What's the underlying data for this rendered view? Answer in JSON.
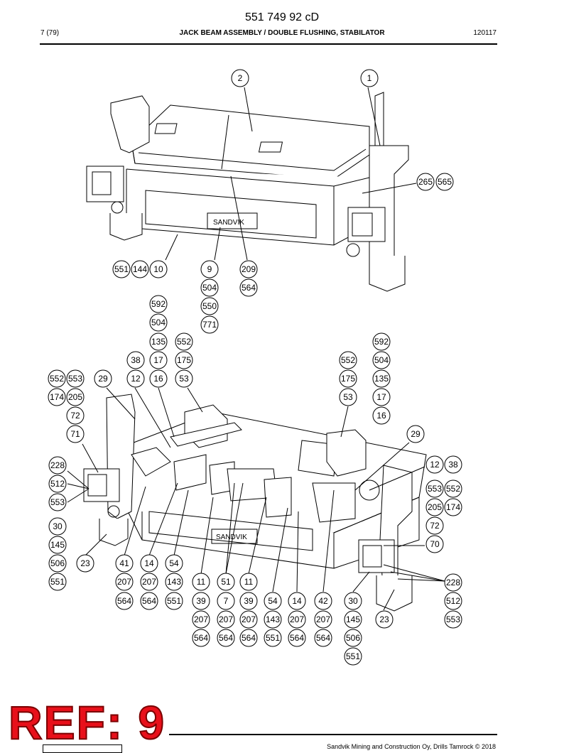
{
  "header": {
    "doc_number": "551 749 92 cD",
    "page": "7 (79)",
    "title": "JACK BEAM ASSEMBLY / DOUBLE FLUSHING, STABILATOR",
    "code": "120117"
  },
  "stamp": {
    "text": "REF: 9",
    "color": "#e8101a"
  },
  "footer": {
    "copyright": "Sandvik Mining and Construction Oy, Drills Tamrock © 2018"
  },
  "drawing": {
    "logo_text": "SANDVIK",
    "top_callouts": [
      "2",
      "1",
      "265",
      "565",
      "551",
      "144",
      "10",
      "9",
      "504",
      "550",
      "771",
      "209",
      "564"
    ],
    "bottom_callouts": [
      "592",
      "504",
      "135",
      "552",
      "175",
      "38",
      "17",
      "12",
      "16",
      "53",
      "552",
      "553",
      "174",
      "205",
      "29",
      "72",
      "71",
      "228",
      "512",
      "553",
      "30",
      "145",
      "506",
      "551",
      "23",
      "41",
      "207",
      "564",
      "14",
      "207",
      "564",
      "54",
      "143",
      "551",
      "11",
      "39",
      "207",
      "564",
      "51",
      "7",
      "207",
      "564",
      "11",
      "39",
      "207",
      "564",
      "54",
      "143",
      "551",
      "14",
      "207",
      "564",
      "42",
      "207",
      "564",
      "30",
      "145",
      "506",
      "551",
      "23",
      "592",
      "504",
      "135",
      "552",
      "175",
      "53",
      "17",
      "16",
      "29",
      "12",
      "38",
      "553",
      "552",
      "205",
      "174",
      "72",
      "70",
      "228",
      "512",
      "553"
    ]
  }
}
